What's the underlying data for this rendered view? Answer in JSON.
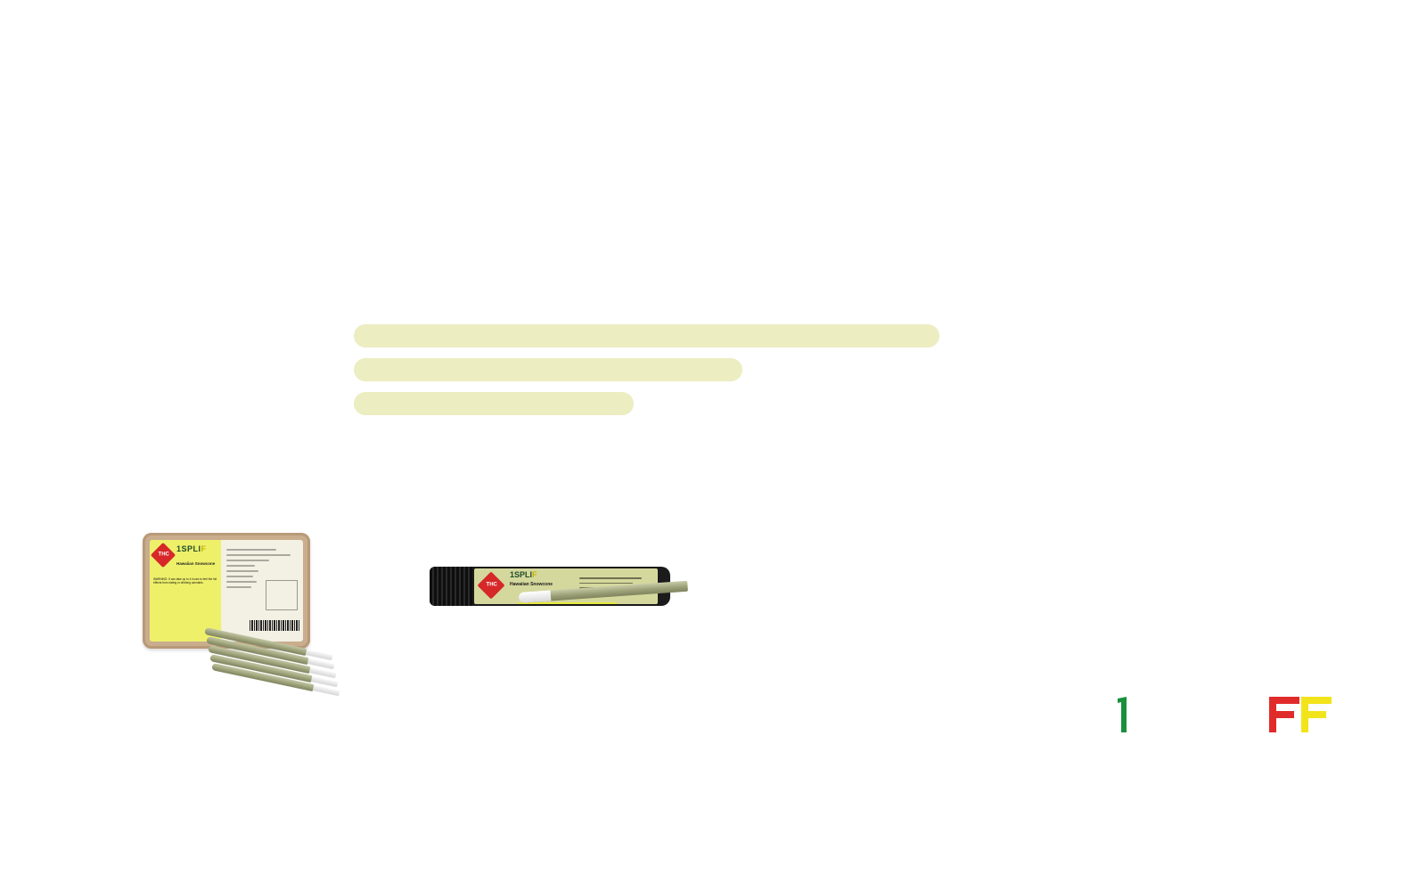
{
  "products": [
    {
      "type": "tray",
      "label": {
        "thc_symbol": "THC",
        "brand": "1SPLIF",
        "brand_highlight": "F",
        "strain": "Hawaiian Snowcone",
        "warning": "WARNING: It can take up to 4 hours to feel the full effects from eating or drinking cannabis."
      }
    },
    {
      "type": "tube",
      "label": {
        "thc_symbol": "THC",
        "brand": "1SPLIF",
        "brand_highlight": "F",
        "strain": "Hawaiian Snowcone"
      }
    }
  ],
  "logo": {
    "colors": {
      "one": "#1a8f3c",
      "f_red": "#e12b2b",
      "f_yellow": "#f2e41b"
    }
  },
  "placeholder_color": "#ecedc1"
}
